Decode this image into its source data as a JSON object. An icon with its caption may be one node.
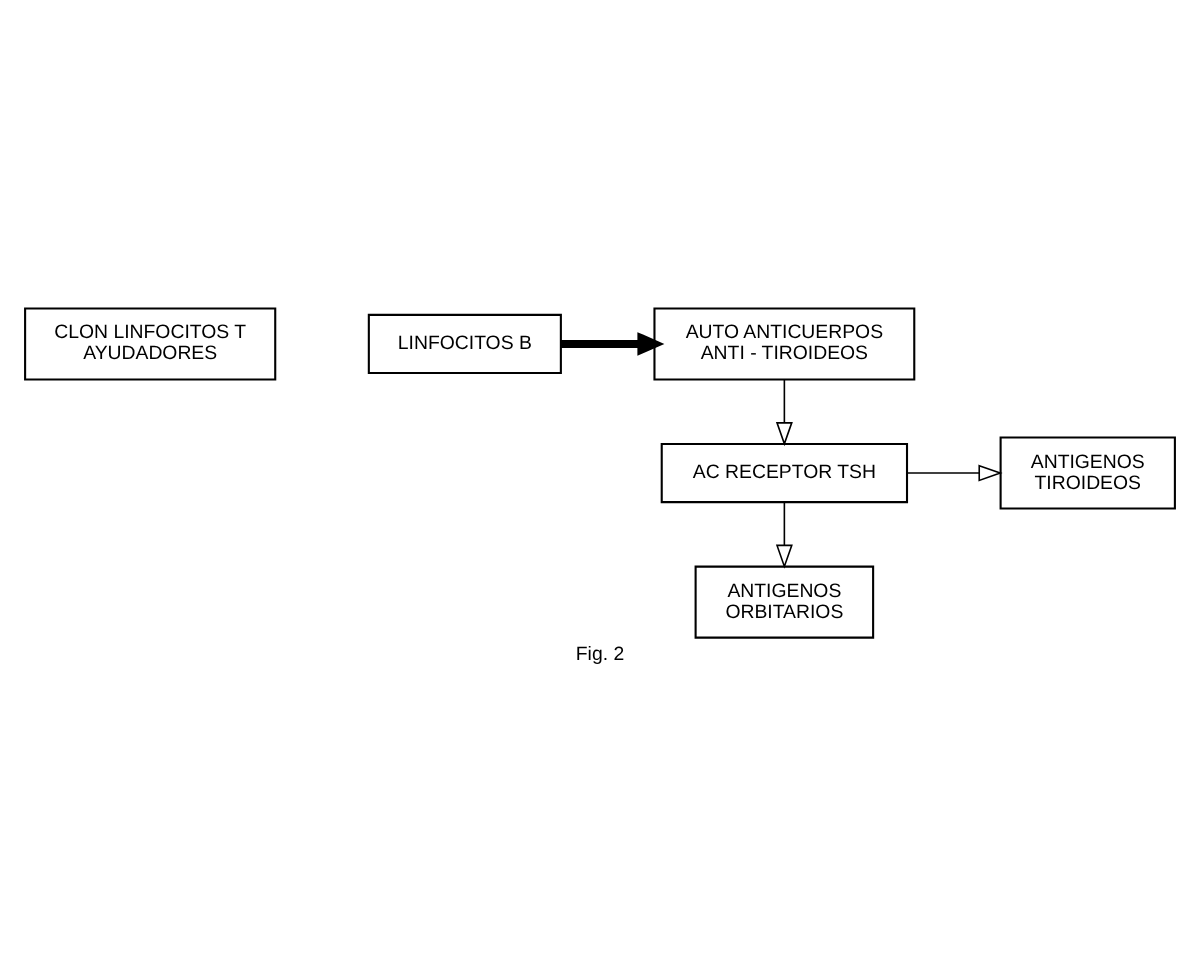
{
  "diagram": {
    "caption": "Fig. 2",
    "nodes": [
      {
        "text": [
          "CLON LINFOCITOS T AYUDADORES"
        ]
      },
      {
        "text": [
          "LINFOCITOS B"
        ]
      },
      {
        "text": [
          "AUTO ANTICUERPOS ANTI - TIROIDEOS"
        ]
      },
      {
        "text": [
          "ANTIGENOS TIROIDEOS"
        ]
      },
      {
        "text": [
          "AC RECEPTOR TSH"
        ]
      },
      {
        "text": [
          "ANTIGENOS ORBITARIOS"
        ]
      }
    ],
    "edges": [
      {
        "from": 1,
        "to": 2,
        "arrow": "to",
        "style": "thick"
      },
      {
        "from": 2,
        "to": 4,
        "arrow": "to"
      },
      {
        "from": 4,
        "to": 3,
        "arrow": "to"
      },
      {
        "from": 4,
        "to": 5,
        "arrow": "to"
      }
    ]
  }
}
